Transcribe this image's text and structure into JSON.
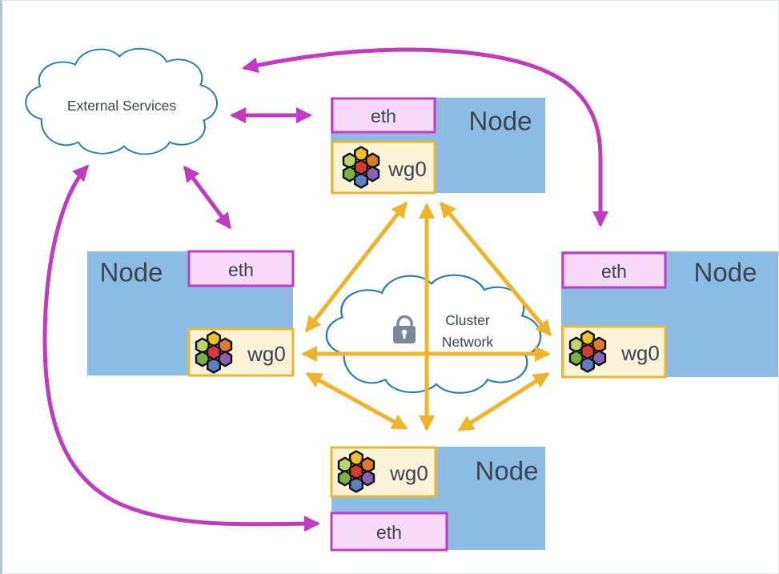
{
  "external_cloud": {
    "label": "External Services"
  },
  "cluster_cloud": {
    "line1": "Cluster",
    "line2": "Network"
  },
  "nodes": {
    "top": {
      "title": "Node",
      "eth": "eth",
      "wg": "wg0"
    },
    "left": {
      "title": "Node",
      "eth": "eth",
      "wg": "wg0"
    },
    "right": {
      "title": "Node",
      "eth": "eth",
      "wg": "wg0"
    },
    "bottom": {
      "title": "Node",
      "eth": "eth",
      "wg": "wg0"
    }
  },
  "icons": {
    "lock": "padlock-icon",
    "wg": "honeycomb-mesh-icon"
  },
  "colors": {
    "node_fill": "#8cbbe3",
    "eth_fill": "#f6daf7",
    "eth_border": "#c33bc3",
    "wg_fill": "#faf3d8",
    "wg_border": "#e8b832",
    "cloud_outline": "#2d7ca6",
    "external_link_arrow": "#c13bc1",
    "mesh_link_arrow": "#efb42a",
    "lock_icon": "#7d8795",
    "text": "#3b4450"
  },
  "honeycomb_colors": {
    "north": "#ecc22e",
    "northwest": "#bcd46e",
    "northeast": "#dd7b30",
    "center": "#d43a3a",
    "southwest": "#79b347",
    "southeast": "#8862ae",
    "south": "#5c80c6"
  }
}
